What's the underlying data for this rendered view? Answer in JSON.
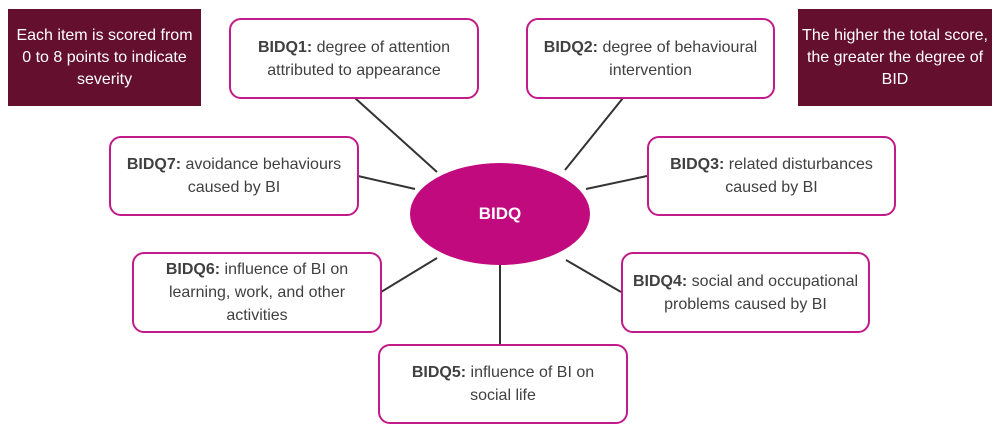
{
  "notes": {
    "left": "Each item is scored from 0 to 8 points to indicate severity",
    "right": "The higher the total score, the greater the degree of BID"
  },
  "center": "BIDQ",
  "items": [
    {
      "id": "BIDQ1:",
      "text": " degree of attention attributed to appearance"
    },
    {
      "id": "BIDQ2:",
      "text": " degree of behavioural intervention"
    },
    {
      "id": "BIDQ3:",
      "text": " related disturbances caused by BI"
    },
    {
      "id": "BIDQ4:",
      "text": " social and occupational problems caused by BI"
    },
    {
      "id": "BIDQ5:",
      "text": " influence of BI on social life"
    },
    {
      "id": "BIDQ6:",
      "text": " influence of BI on learning, work, and other activities"
    },
    {
      "id": "BIDQ7:",
      "text": " avoidance behaviours caused by BI"
    }
  ],
  "colors": {
    "note": "#640f2e",
    "center": "#c10a7e",
    "border": "#c21a88"
  }
}
